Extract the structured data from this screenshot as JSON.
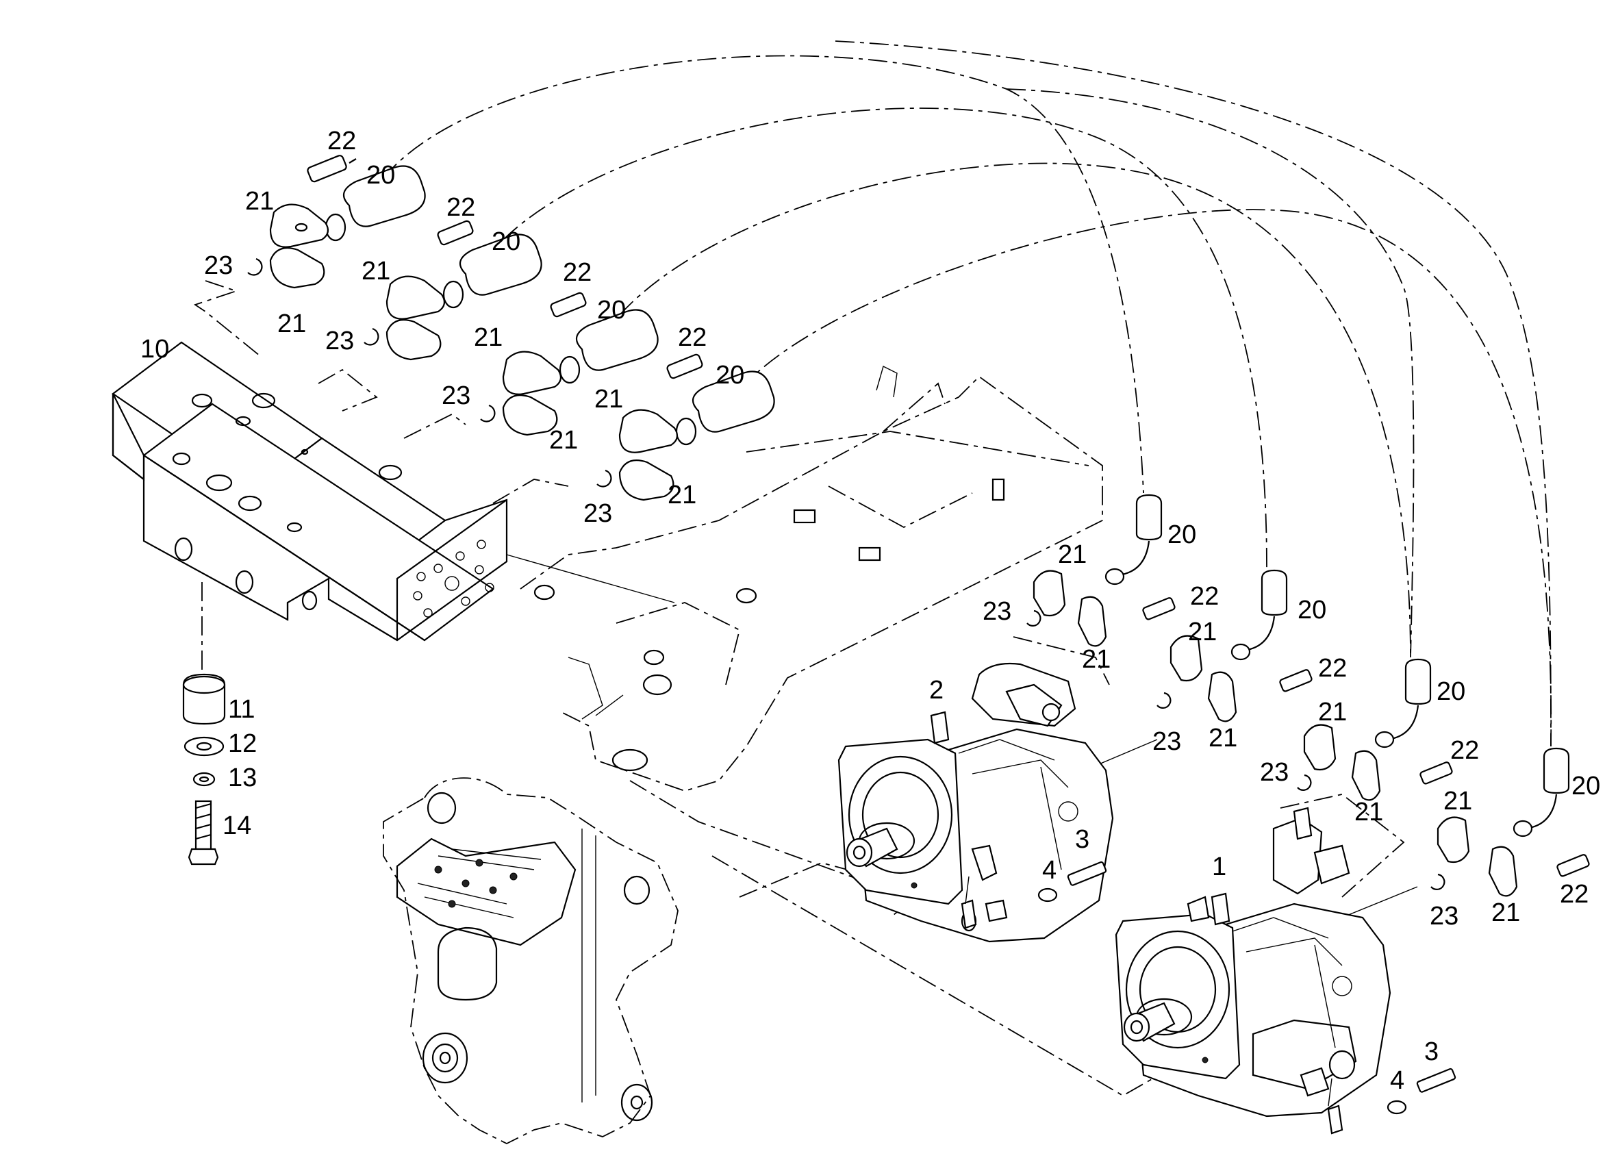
{
  "figure": "hydraulic-motor-exploded-parts-diagram",
  "callouts": [
    "1",
    "2",
    "3",
    "4",
    "10",
    "11",
    "12",
    "13",
    "14",
    "20",
    "21",
    "22",
    "23"
  ],
  "labels": [
    {
      "id": "l22a",
      "text": "22"
    },
    {
      "id": "l21a",
      "text": "21"
    },
    {
      "id": "l20a",
      "text": "20"
    },
    {
      "id": "l23a",
      "text": "23"
    },
    {
      "id": "l21b",
      "text": "21"
    },
    {
      "id": "l22b",
      "text": "22"
    },
    {
      "id": "l20b",
      "text": "20"
    },
    {
      "id": "l21c",
      "text": "21"
    },
    {
      "id": "l23b",
      "text": "23"
    },
    {
      "id": "l22c",
      "text": "22"
    },
    {
      "id": "l20c",
      "text": "20"
    },
    {
      "id": "l21d",
      "text": "21"
    },
    {
      "id": "l23c",
      "text": "23"
    },
    {
      "id": "l21e",
      "text": "21"
    },
    {
      "id": "l22d",
      "text": "22"
    },
    {
      "id": "l20d",
      "text": "20"
    },
    {
      "id": "l21f",
      "text": "21"
    },
    {
      "id": "l21g",
      "text": "21"
    },
    {
      "id": "l23d",
      "text": "23"
    },
    {
      "id": "l10",
      "text": "10"
    },
    {
      "id": "l11",
      "text": "11"
    },
    {
      "id": "l12",
      "text": "12"
    },
    {
      "id": "l13",
      "text": "13"
    },
    {
      "id": "l14",
      "text": "14"
    },
    {
      "id": "l20e",
      "text": "20"
    },
    {
      "id": "l21h",
      "text": "21"
    },
    {
      "id": "l22e",
      "text": "22"
    },
    {
      "id": "l23e",
      "text": "23"
    },
    {
      "id": "l21i",
      "text": "21"
    },
    {
      "id": "l20f",
      "text": "20"
    },
    {
      "id": "l21j",
      "text": "21"
    },
    {
      "id": "l22f",
      "text": "22"
    },
    {
      "id": "l23f",
      "text": "23"
    },
    {
      "id": "l21k",
      "text": "21"
    },
    {
      "id": "l2",
      "text": "2"
    },
    {
      "id": "l20g",
      "text": "20"
    },
    {
      "id": "l21l",
      "text": "21"
    },
    {
      "id": "l22g",
      "text": "22"
    },
    {
      "id": "l23g",
      "text": "23"
    },
    {
      "id": "l21m",
      "text": "21"
    },
    {
      "id": "l20h",
      "text": "20"
    },
    {
      "id": "l21n",
      "text": "21"
    },
    {
      "id": "l22h",
      "text": "22"
    },
    {
      "id": "l23h",
      "text": "23"
    },
    {
      "id": "l21o",
      "text": "21"
    },
    {
      "id": "l4a",
      "text": "4"
    },
    {
      "id": "l3a",
      "text": "3"
    },
    {
      "id": "l1",
      "text": "1"
    },
    {
      "id": "l4b",
      "text": "4"
    },
    {
      "id": "l3b",
      "text": "3"
    }
  ]
}
